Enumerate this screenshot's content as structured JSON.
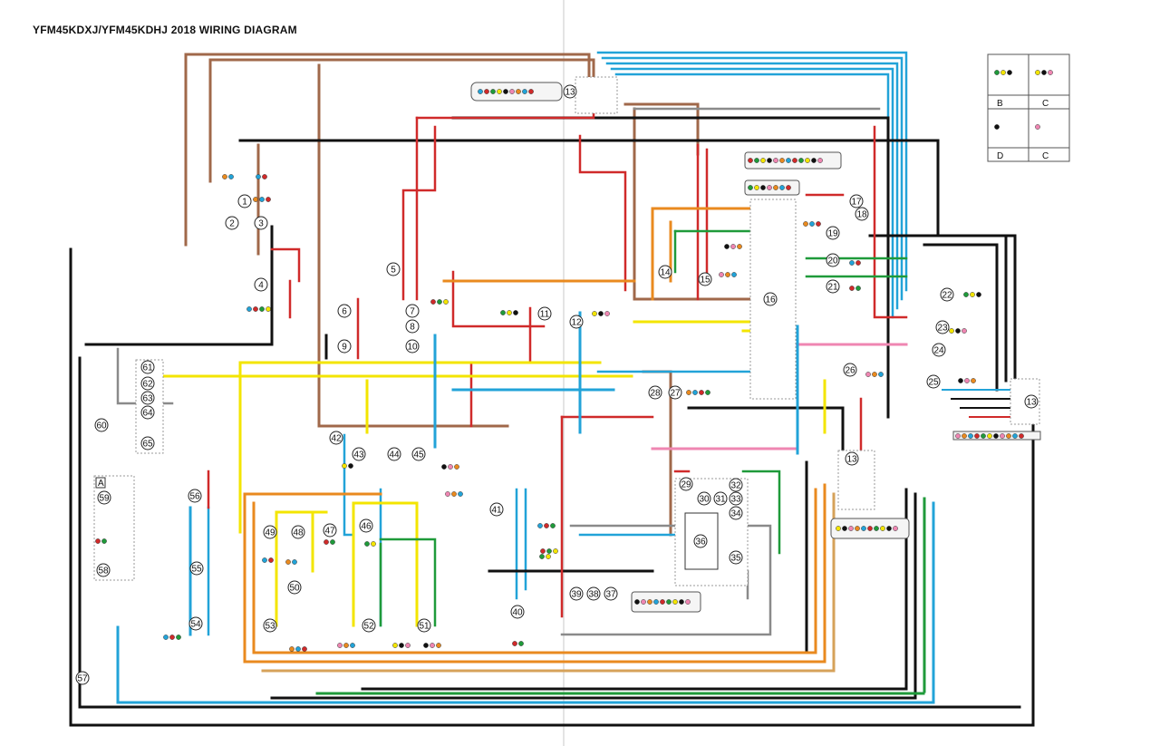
{
  "title": "YFM45KDXJ/YFM45KDHJ 2018 WIRING DIAGRAM",
  "colors": {
    "brown": "#a0684a",
    "black": "#111111",
    "red": "#d02a2a",
    "blue": "#22a3d8",
    "yellow": "#f3e500",
    "green": "#1f9a3a",
    "orange": "#e98a1f",
    "gray": "#8a8a8a",
    "pink": "#ef86b2",
    "tan": "#d6a25a"
  },
  "components": [
    {
      "num": "1"
    },
    {
      "num": "2"
    },
    {
      "num": "3"
    },
    {
      "num": "4"
    },
    {
      "num": "5"
    },
    {
      "num": "6"
    },
    {
      "num": "7"
    },
    {
      "num": "8"
    },
    {
      "num": "9"
    },
    {
      "num": "10"
    },
    {
      "num": "11"
    },
    {
      "num": "12"
    },
    {
      "num": "13"
    },
    {
      "num": "14"
    },
    {
      "num": "15"
    },
    {
      "num": "16"
    },
    {
      "num": "17"
    },
    {
      "num": "18"
    },
    {
      "num": "19"
    },
    {
      "num": "20"
    },
    {
      "num": "21"
    },
    {
      "num": "22"
    },
    {
      "num": "23"
    },
    {
      "num": "24"
    },
    {
      "num": "25"
    },
    {
      "num": "26"
    },
    {
      "num": "27"
    },
    {
      "num": "28"
    },
    {
      "num": "29"
    },
    {
      "num": "30"
    },
    {
      "num": "31"
    },
    {
      "num": "32"
    },
    {
      "num": "33"
    },
    {
      "num": "34"
    },
    {
      "num": "35"
    },
    {
      "num": "36"
    },
    {
      "num": "37"
    },
    {
      "num": "38"
    },
    {
      "num": "39"
    },
    {
      "num": "40"
    },
    {
      "num": "41"
    },
    {
      "num": "42"
    },
    {
      "num": "43"
    },
    {
      "num": "44"
    },
    {
      "num": "45"
    },
    {
      "num": "46"
    },
    {
      "num": "47"
    },
    {
      "num": "48"
    },
    {
      "num": "49"
    },
    {
      "num": "50"
    },
    {
      "num": "51"
    },
    {
      "num": "52"
    },
    {
      "num": "53"
    },
    {
      "num": "54"
    },
    {
      "num": "55"
    },
    {
      "num": "56"
    },
    {
      "num": "57"
    },
    {
      "num": "58"
    },
    {
      "num": "59"
    },
    {
      "num": "60"
    },
    {
      "num": "61"
    },
    {
      "num": "62"
    },
    {
      "num": "63"
    },
    {
      "num": "64"
    },
    {
      "num": "65"
    },
    {
      "num": "13b"
    }
  ],
  "legend": {
    "cells": [
      "B",
      "C",
      "D",
      "C"
    ]
  },
  "boxA": "A"
}
